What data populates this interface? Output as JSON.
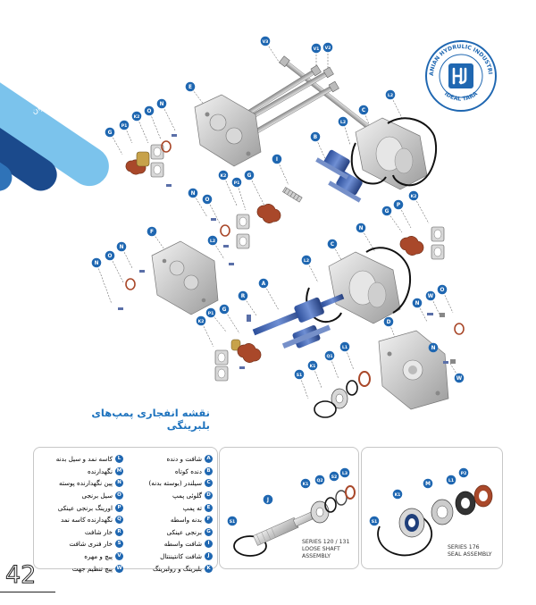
{
  "brand": {
    "tagline": "صنایع هیدرولیک ایران"
  },
  "logo": {
    "top_text": "IRANIAN HYDRULIC INDUSTRIES",
    "bottom_text": "IDEAL TARA"
  },
  "diagram": {
    "title": "نقشه انفجاری پمپ‌های بلبرینگی"
  },
  "legend": {
    "right": [
      {
        "key": "A",
        "label": "شافت و دنده"
      },
      {
        "key": "B",
        "label": "دنده کوتاه"
      },
      {
        "key": "C",
        "label": "سیلندر (بوسته بدنه)"
      },
      {
        "key": "D",
        "label": "گلوئی پمپ"
      },
      {
        "key": "E",
        "label": "ته پمپ"
      },
      {
        "key": "F",
        "label": "بدنه واسطه"
      },
      {
        "key": "G",
        "label": "برنجی عینکی"
      },
      {
        "key": "I",
        "label": "شافت واسطه"
      },
      {
        "key": "J",
        "label": "شافت کانتیننتال"
      },
      {
        "key": "K",
        "label": "بلبرینگ و رولبرینگ"
      }
    ],
    "left": [
      {
        "key": "L",
        "label": "کاسه نمد و سیل بدنه"
      },
      {
        "key": "M",
        "label": "نگهدارنده"
      },
      {
        "key": "N",
        "label": "پین نگهدارنده پوسته"
      },
      {
        "key": "O",
        "label": "سیل برنجی"
      },
      {
        "key": "P",
        "label": "اورینگ برنجی عینکی"
      },
      {
        "key": "Q",
        "label": "نگهدارنده کاسه نمد"
      },
      {
        "key": "R",
        "label": "خار شافت"
      },
      {
        "key": "S",
        "label": "خار فنری شافت"
      },
      {
        "key": "V",
        "label": "پیچ و مهره"
      },
      {
        "key": "W",
        "label": "پیچ تنظیم جهت"
      }
    ]
  },
  "assembly_loose": {
    "caption": "SERIES 120 / 131\nLOOSE SHAFT\nASSEMBLY",
    "callouts": [
      "S1",
      "J",
      "K1",
      "Q2",
      "S2",
      "L3"
    ]
  },
  "assembly_seal": {
    "caption": "SERIES 176\nSEAL ASSEMBLY",
    "callouts": [
      "S1",
      "K1",
      "M",
      "L1",
      "P2"
    ]
  },
  "page_number": "42",
  "colors": {
    "accent": "#1f67b1",
    "light_band": "#7bc3ec",
    "dark_band": "#1b4a8c",
    "title_blue": "#1e73be",
    "seal_rust": "#a9482a"
  },
  "exploded_callouts": [
    {
      "label": "V3"
    },
    {
      "label": "V1"
    },
    {
      "label": "V2"
    },
    {
      "label": "E"
    },
    {
      "label": "L2"
    },
    {
      "label": "C"
    },
    {
      "label": "L2"
    },
    {
      "label": "K2"
    },
    {
      "label": "P1"
    },
    {
      "label": "G"
    },
    {
      "label": "O"
    },
    {
      "label": "N"
    },
    {
      "label": "B"
    },
    {
      "label": "I"
    },
    {
      "label": "N"
    },
    {
      "label": "O"
    },
    {
      "label": "K2"
    },
    {
      "label": "P1"
    },
    {
      "label": "G"
    },
    {
      "label": "G"
    },
    {
      "label": "P"
    },
    {
      "label": "K2"
    },
    {
      "label": "F"
    },
    {
      "label": "N"
    },
    {
      "label": "O"
    },
    {
      "label": "N"
    },
    {
      "label": "L2"
    },
    {
      "label": "L2"
    },
    {
      "label": "C"
    },
    {
      "label": "N"
    },
    {
      "label": "R"
    },
    {
      "label": "A"
    },
    {
      "label": "P1"
    },
    {
      "label": "G"
    },
    {
      "label": "K2"
    },
    {
      "label": "N"
    },
    {
      "label": "W"
    },
    {
      "label": "O"
    },
    {
      "label": "D"
    },
    {
      "label": "L1"
    },
    {
      "label": "Q1"
    },
    {
      "label": "K1"
    },
    {
      "label": "S1"
    },
    {
      "label": "N"
    },
    {
      "label": "W"
    }
  ]
}
